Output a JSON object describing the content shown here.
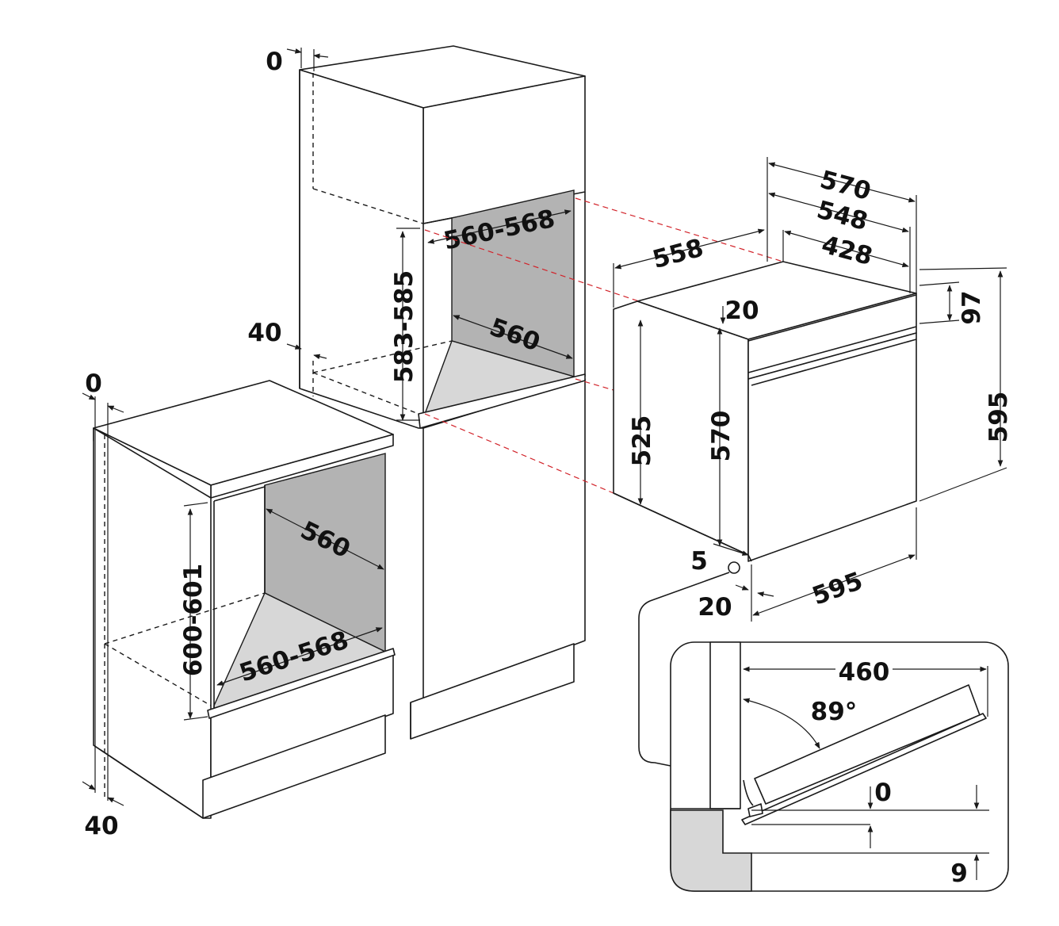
{
  "colors": {
    "line": "#1a1a1a",
    "recess_back": "#b3b3b3",
    "recess_floor": "#d7d7d7",
    "alignment_guides": "#d2232a",
    "wall_section": "#d7d7d7"
  },
  "tall_cabinet": {
    "top_gap": "0",
    "side_gap": "40",
    "recess_width": "560-568",
    "recess_height": "583-585",
    "recess_depth": "560"
  },
  "under_counter_cabinet": {
    "top_gap": "0",
    "bottom_gap": "40",
    "recess_depth": "560",
    "recess_width": "560-568",
    "recess_height": "600-601"
  },
  "oven": {
    "depth_total": "570",
    "depth_548": "548",
    "depth_428": "428",
    "width_top": "558",
    "panel_height": "97",
    "inset_20_top": "20",
    "body_height": "595",
    "side_height": "525",
    "door_height": "570",
    "offset_5": "5",
    "offset_20": "20",
    "front_width": "595"
  },
  "door_detail": {
    "clearance": "460",
    "angle": "89°",
    "gap_0": "0",
    "gap_9": "9"
  }
}
